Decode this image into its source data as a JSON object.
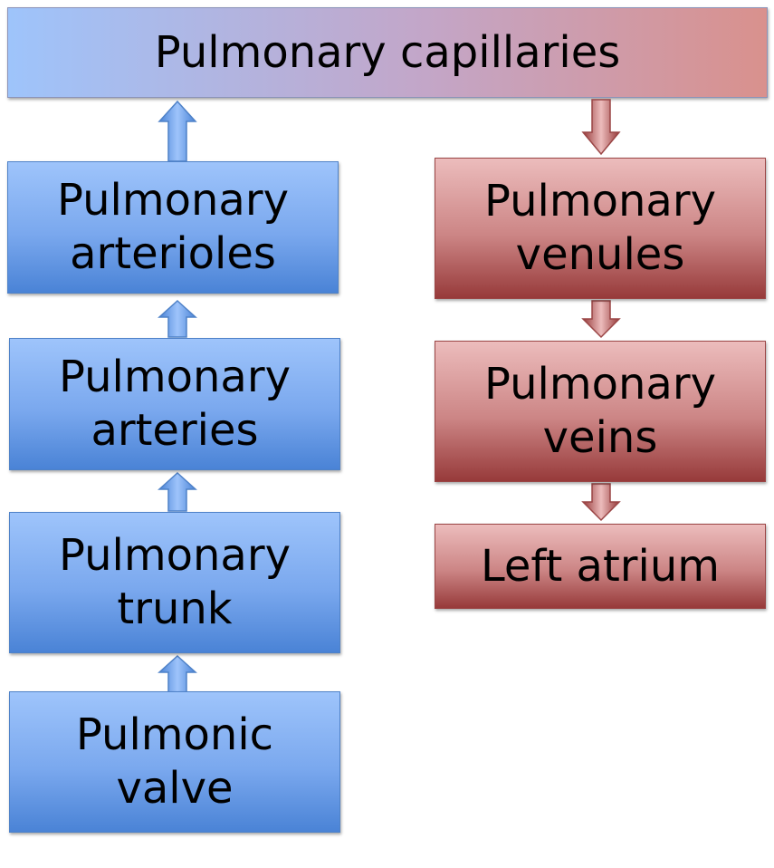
{
  "diagram": {
    "top_box": {
      "label": "Pulmonary capillaries"
    },
    "left_column": [
      {
        "label": "Pulmonary\narterioles"
      },
      {
        "label": "Pulmonary\narteries"
      },
      {
        "label": "Pulmonary\ntrunk"
      },
      {
        "label": "Pulmonic\nvalve"
      }
    ],
    "right_column": [
      {
        "label": "Pulmonary\nvenules"
      },
      {
        "label": "Pulmonary\nveins"
      },
      {
        "label": "Left atrium"
      }
    ]
  },
  "colors": {
    "blue_light": "#9ec4fb",
    "blue_dark": "#4a83d6",
    "red_light": "#ecbcbc",
    "red_dark": "#973a3a"
  }
}
